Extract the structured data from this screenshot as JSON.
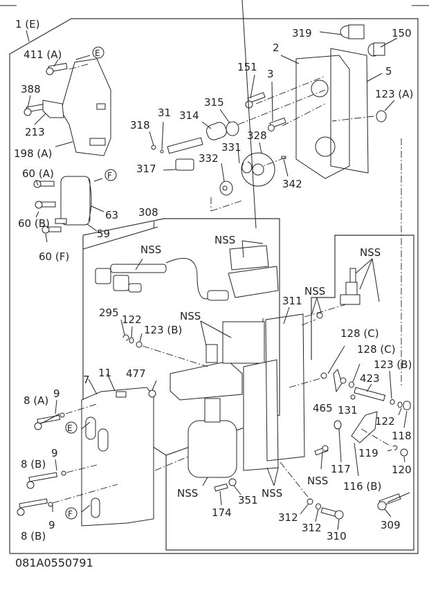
{
  "diagram": {
    "drawing_code": "081A0550791",
    "group_label": "1 (E)",
    "sub_group_label": "308",
    "reference_markers": [
      "E",
      "F"
    ],
    "labels": {
      "l1E": "1 (E)",
      "l411A": "411 (A)",
      "lE1": "E",
      "l388": "388",
      "l213": "213",
      "l198A": "198 (A)",
      "l60A": "60 (A)",
      "lF1": "F",
      "l63": "63",
      "l60B": "60 (B)",
      "l59": "59",
      "l60F": "60 (F)",
      "l308": "308",
      "l319": "319",
      "l150": "150",
      "l2": "2",
      "l5": "5",
      "l151": "151",
      "l3": "3",
      "l123A": "123 (A)",
      "l318": "318",
      "l31": "31",
      "l314": "314",
      "l315": "315",
      "l328": "328",
      "l331": "331",
      "l332": "332",
      "l317": "317",
      "l342": "342",
      "lNSS1": "NSS",
      "lNSS2": "NSS",
      "lNSS3": "NSS",
      "lNSS4": "NSS",
      "lNSS5": "NSS",
      "lNSS6": "NSS",
      "lNSS7": "NSS",
      "lNSS8": "NSS",
      "l295": "295",
      "l122a": "122",
      "l123B1": "123 (B)",
      "l311": "311",
      "l128C1": "128 (C)",
      "l128C2": "128 (C)",
      "l123B2": "123 (B)",
      "l423": "423",
      "l465": "465",
      "l131": "131",
      "l122b": "122",
      "l118": "118",
      "l119": "119",
      "l120": "120",
      "l117": "117",
      "l116B": "116 (B)",
      "l309": "309",
      "l312a": "312",
      "l312b": "312",
      "l310": "310",
      "l174": "174",
      "l351": "351",
      "l7": "7",
      "l11": "11",
      "l477": "477",
      "l8A": "8 (A)",
      "l9a": "9",
      "lE2": "E",
      "l8B1": "8 (B)",
      "l9b": "9",
      "l8B2": "8 (B)",
      "l9c": "9",
      "lF2": "F"
    }
  }
}
